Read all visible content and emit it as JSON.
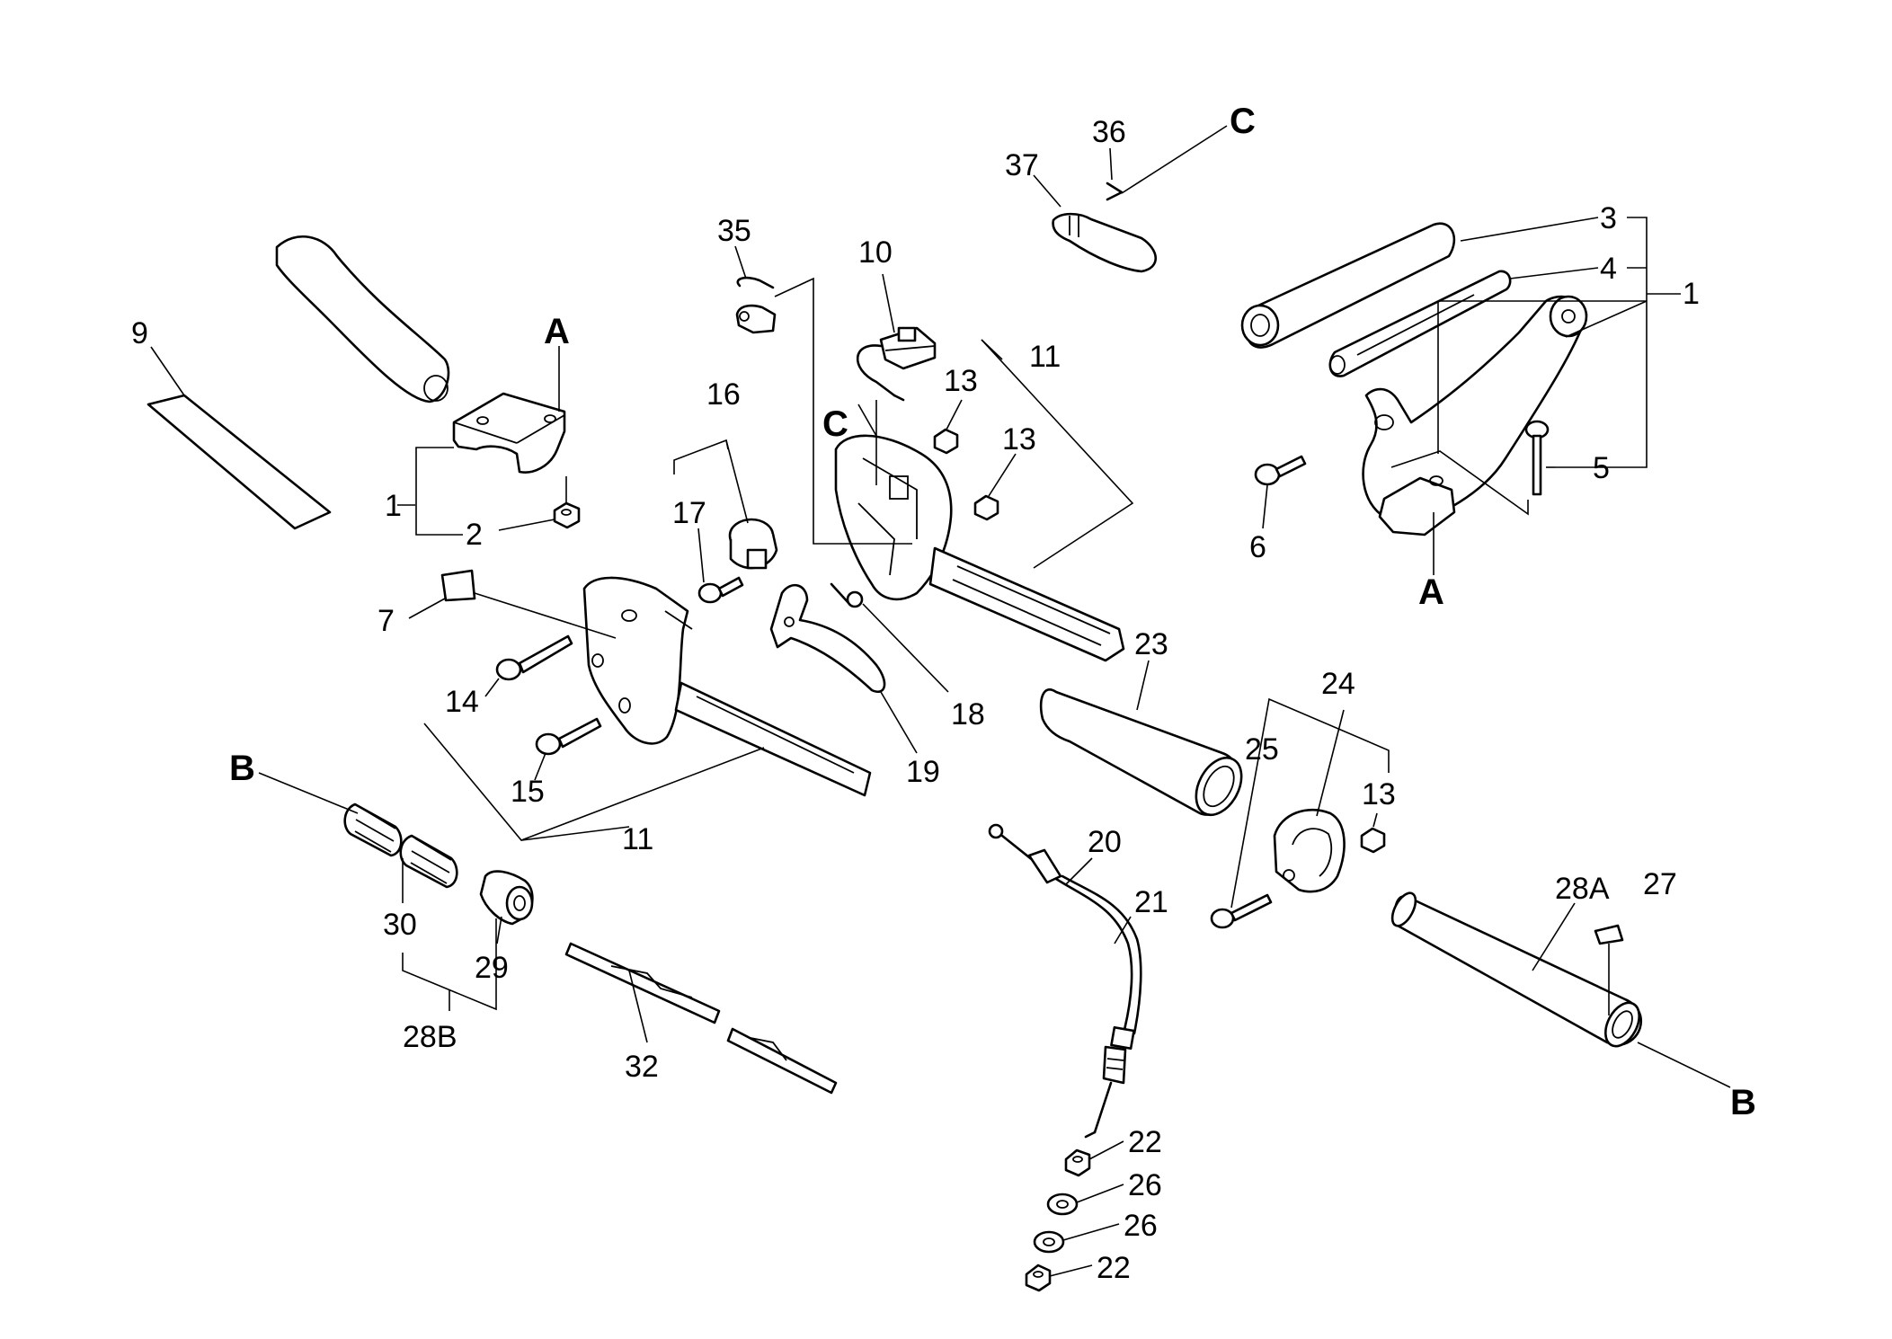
{
  "labels": {
    "p1_left": "1",
    "p1_right": "1",
    "p2": "2",
    "p3": "3",
    "p4": "4",
    "p5": "5",
    "p6": "6",
    "p7": "7",
    "p9": "9",
    "p10": "10",
    "p11_top": "11",
    "p11_bottom": "11",
    "p13_a": "13",
    "p13_b": "13",
    "p13_c": "13",
    "p14": "14",
    "p15": "15",
    "p16": "16",
    "p17": "17",
    "p18": "18",
    "p19": "19",
    "p20": "20",
    "p21": "21",
    "p22_a": "22",
    "p22_b": "22",
    "p23": "23",
    "p24": "24",
    "p25": "25",
    "p26_a": "26",
    "p26_b": "26",
    "p27": "27",
    "p28A": "28A",
    "p28B": "28B",
    "p29": "29",
    "p30": "30",
    "p32": "32",
    "p35": "35",
    "p36": "36",
    "p37": "37"
  },
  "refs": {
    "a_top": "A",
    "a_bottom": "A",
    "b_left": "B",
    "b_right": "B",
    "c_top": "C",
    "c_mid": "C"
  }
}
